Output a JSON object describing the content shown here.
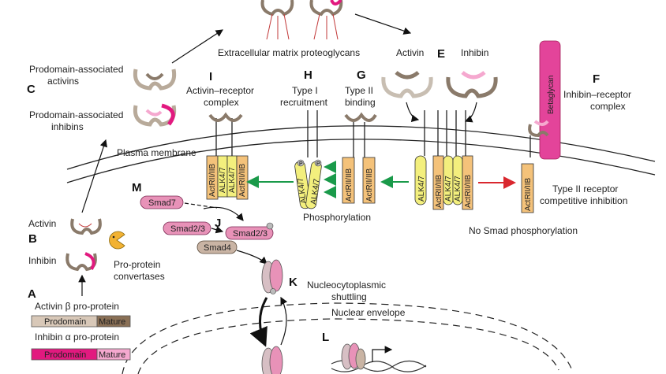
{
  "colors": {
    "activin_brown": "#8a7a6a",
    "inhibin_pink": "#e2197f",
    "receptor_orange": "#f4c27a",
    "alk_yellow": "#f3ef7d",
    "smad_pink": "#e892b8",
    "smad4_tan": "#c9b4a4",
    "green_arrow": "#1a9a4a",
    "red_arrow": "#d9272e",
    "prodomain_tan": "#d8c8b8",
    "mature_brown": "#8a7056",
    "betaglycan_pink": "#e3449a"
  },
  "icons": [
    "activin-dimer-icon",
    "inhibin-dimer-icon",
    "pacman-convertase-icon",
    "dna-helix-icon"
  ],
  "panels": {
    "a": {
      "letter": "A",
      "activin_label": "Activin β pro-protein",
      "inhibin_label": "Inhibin α pro-protein",
      "prodomain": "Prodomain",
      "mature": "Mature"
    },
    "b": {
      "letter": "B",
      "activin": "Activin",
      "inhibin": "Inhibin",
      "convertases_line1": "Pro-protein",
      "convertases_line2": "convertases"
    },
    "c": {
      "letter": "C",
      "activins_line1": "Prodomain-associated",
      "activins_line2": "activins",
      "inhibins_line1": "Prodomain-associated",
      "inhibins_line2": "inhibins"
    },
    "e": {
      "letter": "E",
      "activin": "Activin",
      "inhibin": "Inhibin"
    },
    "f": {
      "letter": "F",
      "line1": "Inhibin–receptor",
      "line2": "complex",
      "betaglycan": "Betaglycan"
    },
    "g": {
      "letter": "G",
      "line1": "Type II",
      "line2": "binding"
    },
    "h": {
      "letter": "H",
      "line1": "Type I",
      "line2": "recruitment"
    },
    "i": {
      "letter": "I",
      "line1": "Activin–receptor",
      "line2": "complex"
    },
    "j": {
      "letter": "J"
    },
    "k": {
      "letter": "K",
      "line1": "Nucleocytoplasmic",
      "line2": "shuttling"
    },
    "l": {
      "letter": "L"
    },
    "m": {
      "letter": "M"
    }
  },
  "labels": {
    "ecm": "Extracellular matrix proteoglycans",
    "plasma_membrane": "Plasma membrane",
    "nuclear_envelope": "Nuclear envelope",
    "phosphorylation": "Phosphorylation",
    "no_smad": "No Smad phosphorylation",
    "type2_line1": "Type II receptor",
    "type2_line2": "competitive inhibition"
  },
  "receptors": {
    "actrii": "ActRII/IIB",
    "alk": "ALK4/7",
    "p": "P"
  },
  "smads": {
    "smad7": "Smad7",
    "smad23": "Smad2/3",
    "smad4": "Smad4"
  }
}
